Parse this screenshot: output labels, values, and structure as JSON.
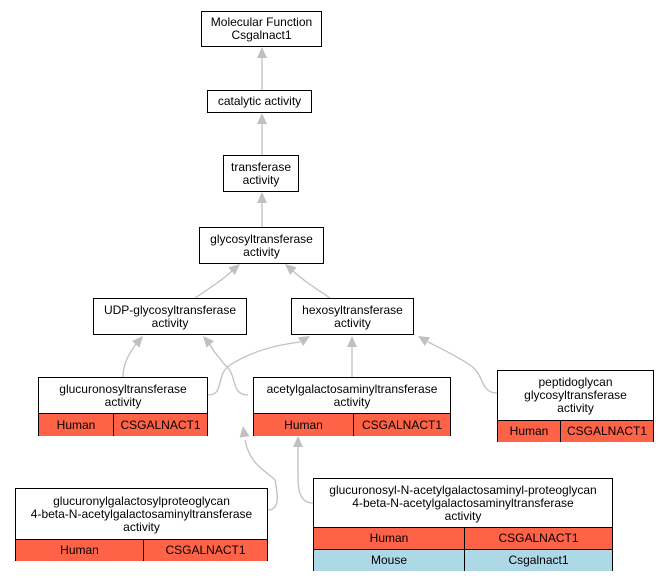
{
  "colors": {
    "human_row": "#ff6347",
    "mouse_row": "#add8e6",
    "edge": "#c0c0c0"
  },
  "nodes": {
    "mf": {
      "lines": [
        "Molecular Function",
        "Csgalnact1"
      ]
    },
    "catalytic": {
      "lines": [
        "catalytic activity"
      ]
    },
    "transferase": {
      "lines": [
        "transferase",
        "activity"
      ]
    },
    "glycosyl": {
      "lines": [
        "glycosyltransferase",
        "activity"
      ]
    },
    "udp": {
      "lines": [
        "UDP-glycosyltransferase",
        "activity"
      ]
    },
    "hexosyl": {
      "lines": [
        "hexosyltransferase",
        "activity"
      ]
    },
    "glucuronosyl": {
      "lines": [
        "glucuronosyltransferase",
        "activity"
      ],
      "rows": [
        {
          "species": "Human",
          "gene": "CSGALNACT1"
        }
      ]
    },
    "acetylgal": {
      "lines": [
        "acetylgalactosaminyltransferase",
        "activity"
      ],
      "rows": [
        {
          "species": "Human",
          "gene": "CSGALNACT1"
        }
      ]
    },
    "peptidoglycan": {
      "lines": [
        "peptidoglycan",
        "glycosyltransferase",
        "activity"
      ],
      "rows": [
        {
          "species": "Human",
          "gene": "CSGALNACT1"
        }
      ]
    },
    "glucuronylgal": {
      "lines": [
        "glucuronylgalactosylproteoglycan",
        "4-beta-N-acetylgalactosaminyltransferase",
        "activity"
      ],
      "rows": [
        {
          "species": "Human",
          "gene": "CSGALNACT1"
        }
      ]
    },
    "glucuronosylN": {
      "lines": [
        "glucuronosyl-N-acetylgalactosaminyl-proteoglycan",
        "4-beta-N-acetylgalactosaminyltransferase",
        "activity"
      ],
      "rows": [
        {
          "species": "Human",
          "gene": "CSGALNACT1"
        },
        {
          "species": "Mouse",
          "gene": "Csgalnact1"
        }
      ]
    }
  }
}
